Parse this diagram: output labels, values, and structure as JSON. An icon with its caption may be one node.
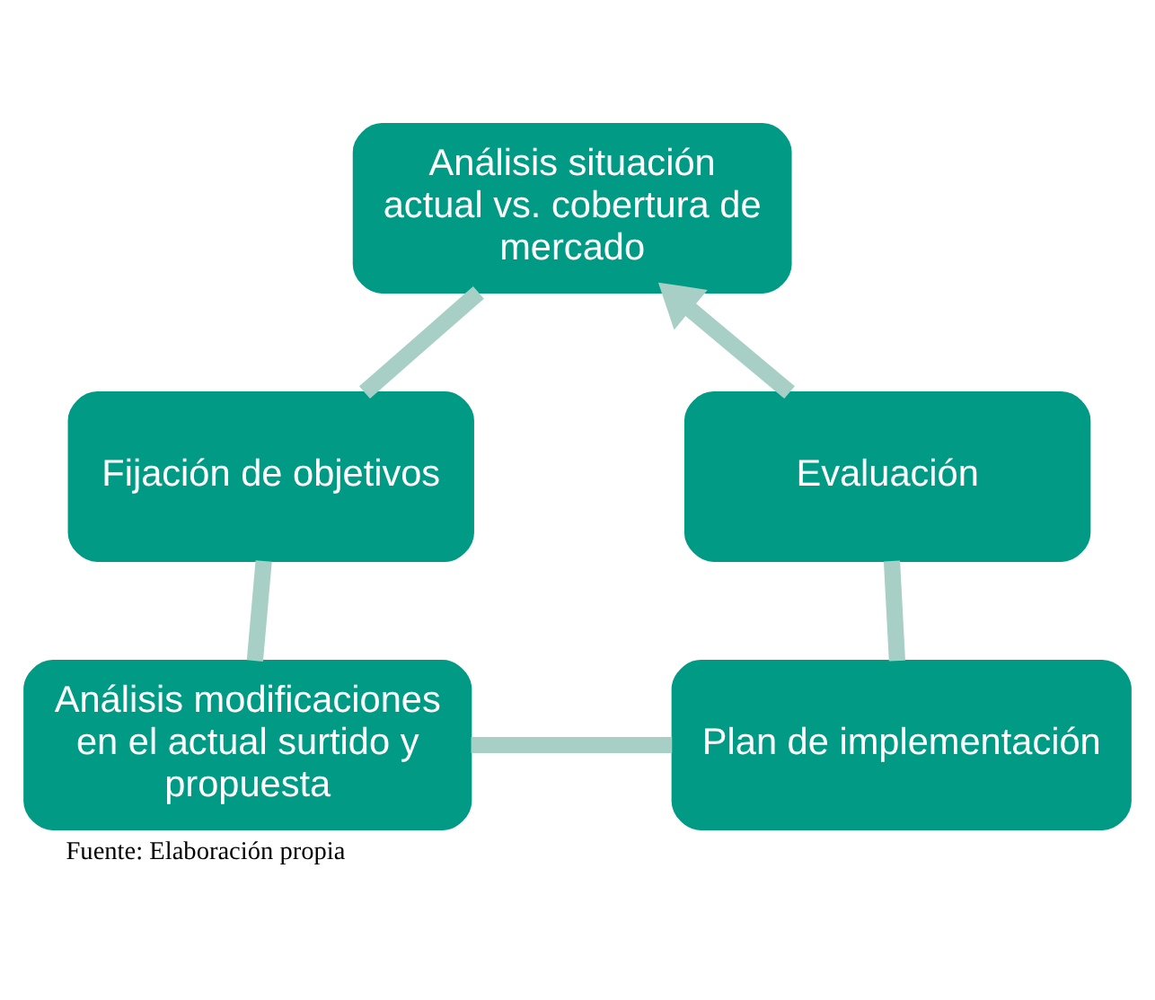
{
  "diagram": {
    "caption": "Fuente: Elaboración propia",
    "nodes": [
      {
        "text": [
          "Análisis situación actual vs. cobertura de mercado"
        ]
      },
      {
        "text": [
          "Fijación de objetivos"
        ]
      },
      {
        "text": [
          "Análisis modificaciones en el actual surtido y propuesta"
        ]
      },
      {
        "text": [
          "Plan de implementación"
        ]
      },
      {
        "text": [
          "Evaluación"
        ]
      }
    ],
    "edges": [
      {
        "from": 0,
        "to": 1,
        "arrow": "none"
      },
      {
        "from": 1,
        "to": 2,
        "arrow": "none"
      },
      {
        "from": 2,
        "to": 3,
        "arrow": "none"
      },
      {
        "from": 3,
        "to": 4,
        "arrow": "none"
      },
      {
        "from": 4,
        "to": 0,
        "arrow": "to"
      }
    ]
  }
}
